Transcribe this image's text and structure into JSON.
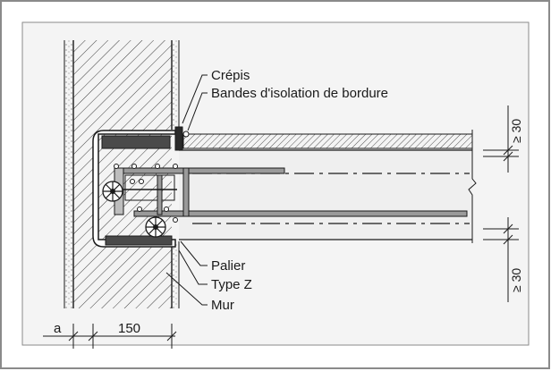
{
  "labels": {
    "crepis": "Crépis",
    "bandes": "Bandes d'isolation de bordure",
    "palier": "Palier",
    "type_z": "Type Z",
    "mur": "Mur"
  },
  "dimensions": {
    "top_right": "≥ 30",
    "bottom_right": "≥ 30",
    "bottom_a": "a",
    "bottom_150": "150"
  },
  "colors": {
    "frame": "#8a8a8a",
    "slab_fill": "#efefef",
    "line": "#1a1a1a",
    "panel": "#f4f4f4"
  }
}
